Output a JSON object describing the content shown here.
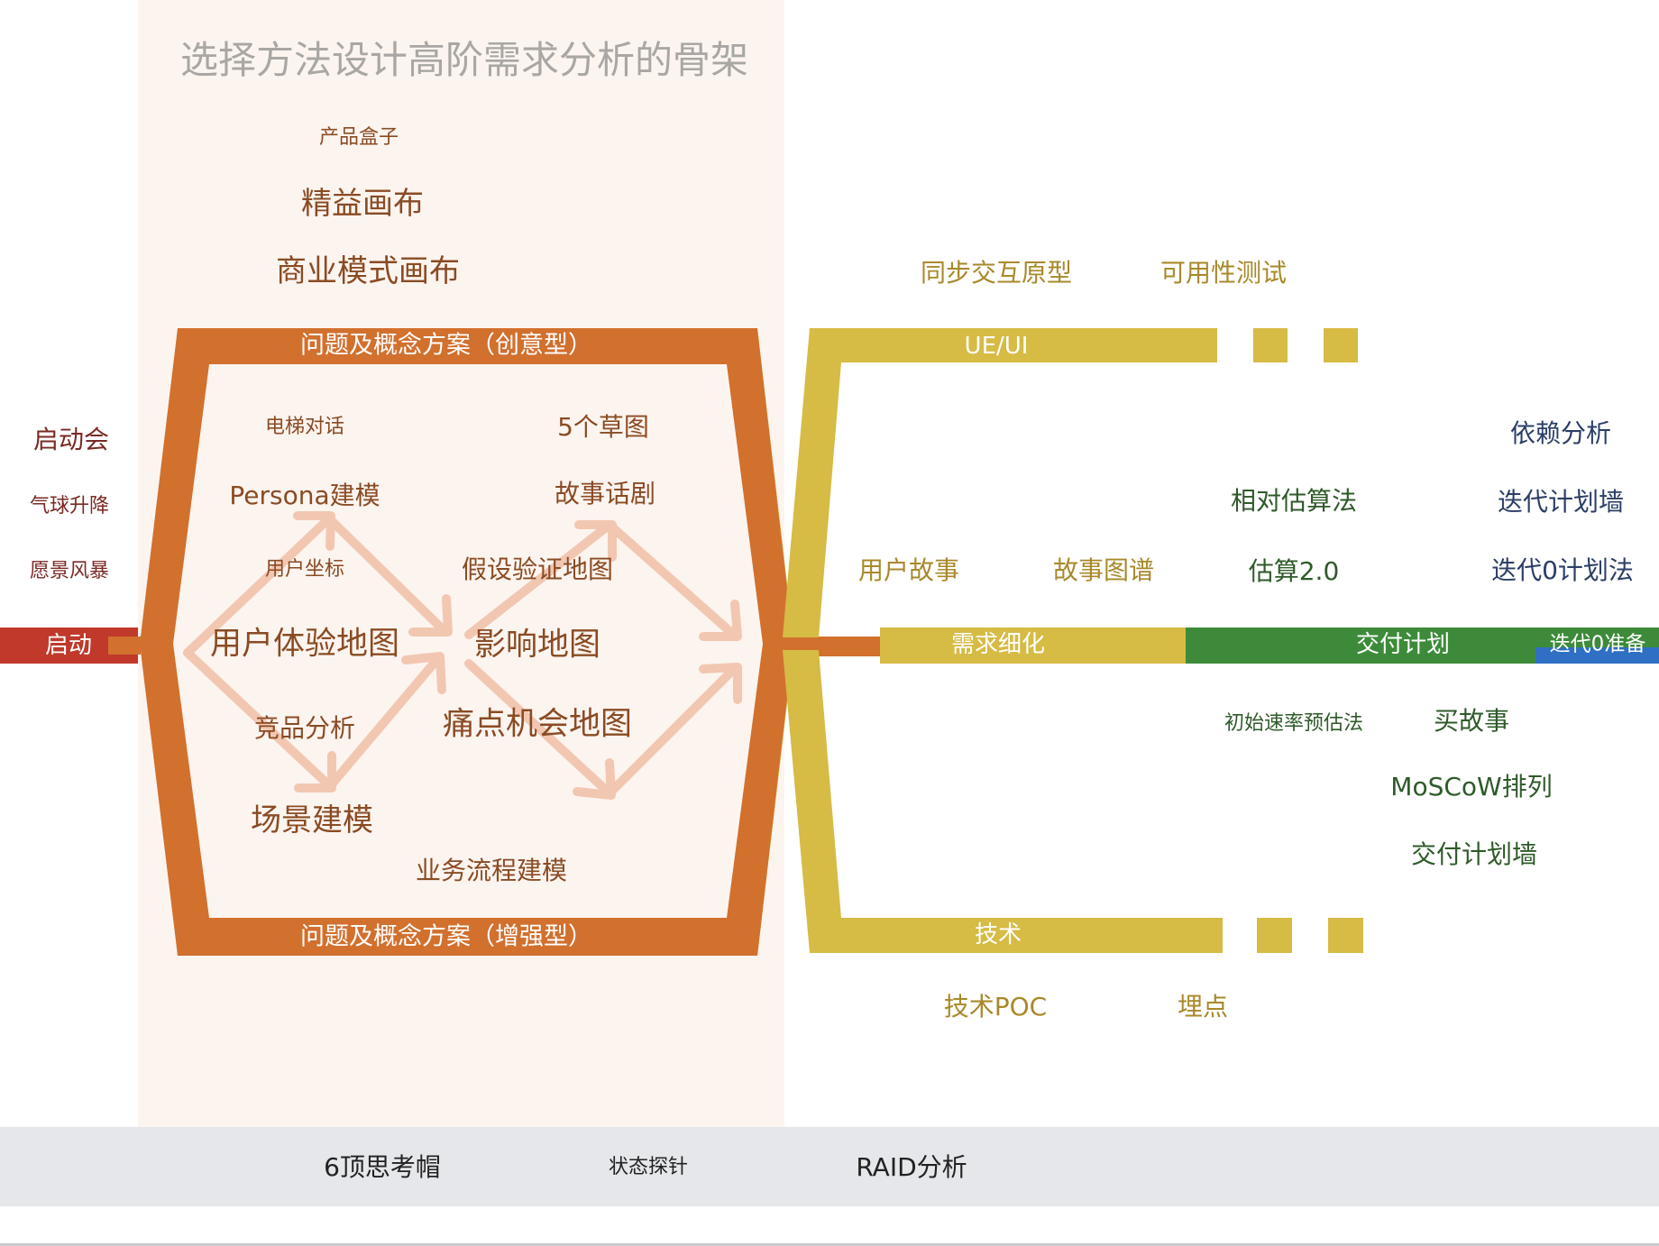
{
  "title": "选择方法设计高阶需求分析的骨架",
  "colors": {
    "panel": "#fcf4ef",
    "red": "#c0392b",
    "orange": "#d2702e",
    "yellow": "#d6bb45",
    "green": "#3d8b3a",
    "blue": "#2f6fc4",
    "arrow": "#f2c7b2",
    "bottom_bar": "#e6e7ea"
  },
  "top_methods": [
    "产品盒子",
    "精益画布",
    "商业模式画布"
  ],
  "left_kickoff": {
    "items": [
      "启动会",
      "气球升降",
      "愿景风暴"
    ],
    "bar_label": "启动"
  },
  "frame": {
    "top_label": "问题及概念方案（创意型）",
    "bottom_label": "问题及概念方案（增强型）"
  },
  "inner_methods": {
    "elevator": "电梯对话",
    "persona": "Persona建模",
    "user_coord": "用户坐标",
    "journey": "用户体验地图",
    "competitor": "竞品分析",
    "scenario": "场景建模",
    "business_flow": "业务流程建模",
    "five_sketches": "5个草图",
    "story_drama": "故事话剧",
    "hypothesis": "假设验证地图",
    "impact": "影响地图",
    "pain_point": "痛点机会地图"
  },
  "ueui": {
    "label": "UE/UI",
    "methods": [
      "同步交互原型",
      "可用性测试"
    ]
  },
  "tech": {
    "label": "技术",
    "methods": [
      "技术POC",
      "埋点"
    ]
  },
  "refinement": {
    "bar_label": "需求细化",
    "methods": [
      "用户故事",
      "故事图谱"
    ],
    "estimation": [
      "相对估算法",
      "估算2.0"
    ]
  },
  "delivery": {
    "bar_label": "交付计划",
    "methods": [
      "初始速率预估法",
      "买故事",
      "MoSCoW排列",
      "交付计划墙"
    ]
  },
  "iteration0": {
    "bar_label": "迭代0准备",
    "methods": [
      "依赖分析",
      "迭代计划墙",
      "迭代0计划法"
    ]
  },
  "bottom_tools": [
    "6顶思考帽",
    "状态探针",
    "RAID分析"
  ]
}
